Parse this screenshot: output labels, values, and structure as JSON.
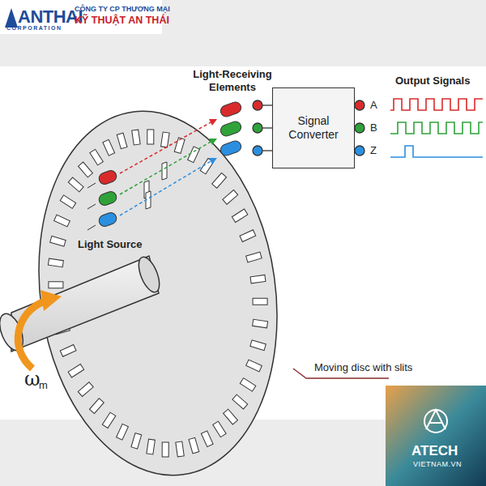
{
  "diagram": {
    "nodes": [
      {
        "text": [
          "Signal Converter"
        ]
      }
    ],
    "labels": [
      "ANTHAI",
      "CORPORATION",
      "CÔNG TY CP THƯƠNG MẠI",
      "KỸ THUẬT AN THÁI",
      "Light-Receiving Elements",
      "Output Signals",
      "A",
      "B",
      "Z",
      "Light Source",
      "Moving disc with slits",
      "ω",
      "m",
      "ATECH",
      "VIETNAM.VN"
    ]
  }
}
